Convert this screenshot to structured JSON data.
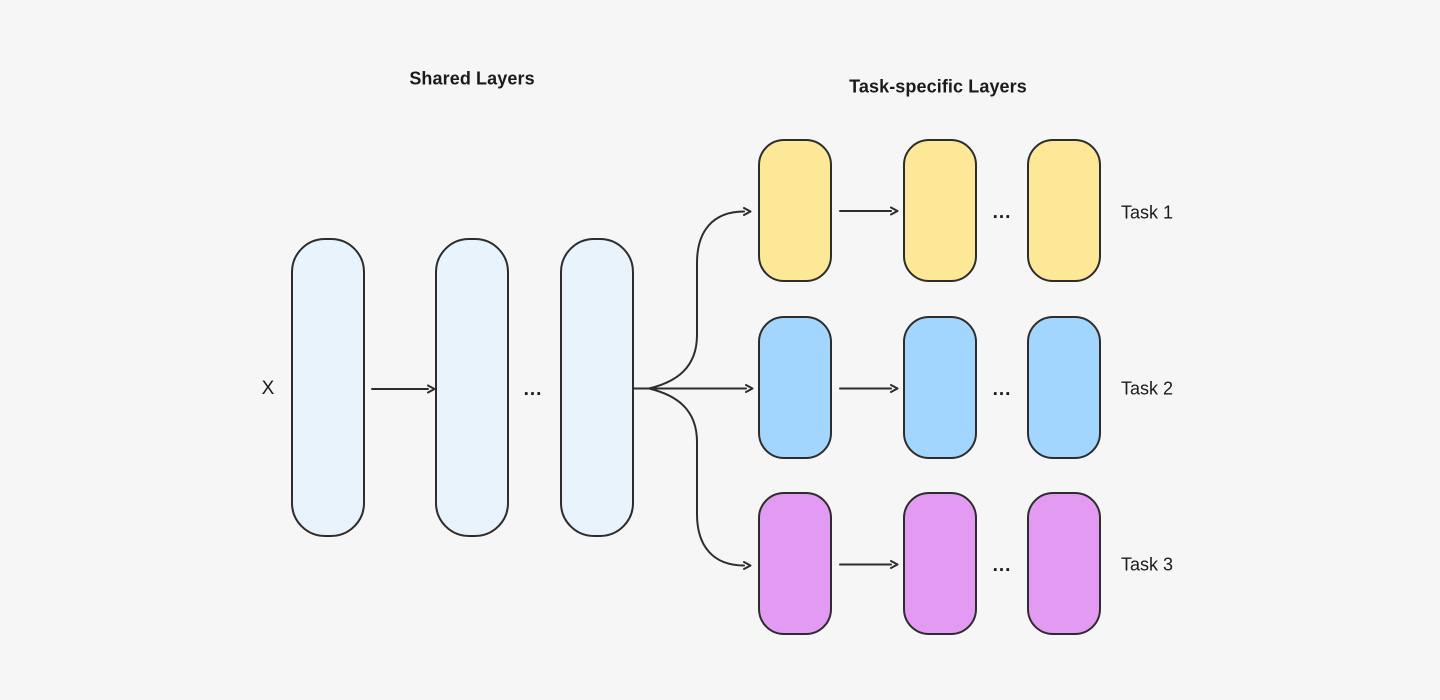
{
  "background": "#f6f6f6",
  "titles": {
    "shared": "Shared Layers",
    "task_specific": "Task-specific Layers"
  },
  "input_label": "X",
  "ellipsis": "...",
  "colors": {
    "stroke": "#2d2d2d",
    "shared_fill": "#e9f3fb",
    "task1_fill": "#fce897",
    "task2_fill": "#a3d6ff",
    "task3_fill": "#e39af2"
  },
  "tasks": [
    {
      "label": "Task 1"
    },
    {
      "label": "Task 2"
    },
    {
      "label": "Task 3"
    }
  ]
}
